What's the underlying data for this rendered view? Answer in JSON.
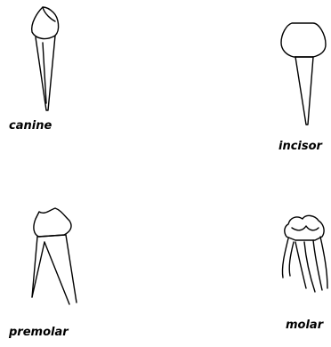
{
  "teeth": {
    "canine": {
      "label": "canine"
    },
    "incisor": {
      "label": "incisor"
    },
    "premolar": {
      "label": "premolar"
    },
    "molar": {
      "label": "molar"
    }
  }
}
